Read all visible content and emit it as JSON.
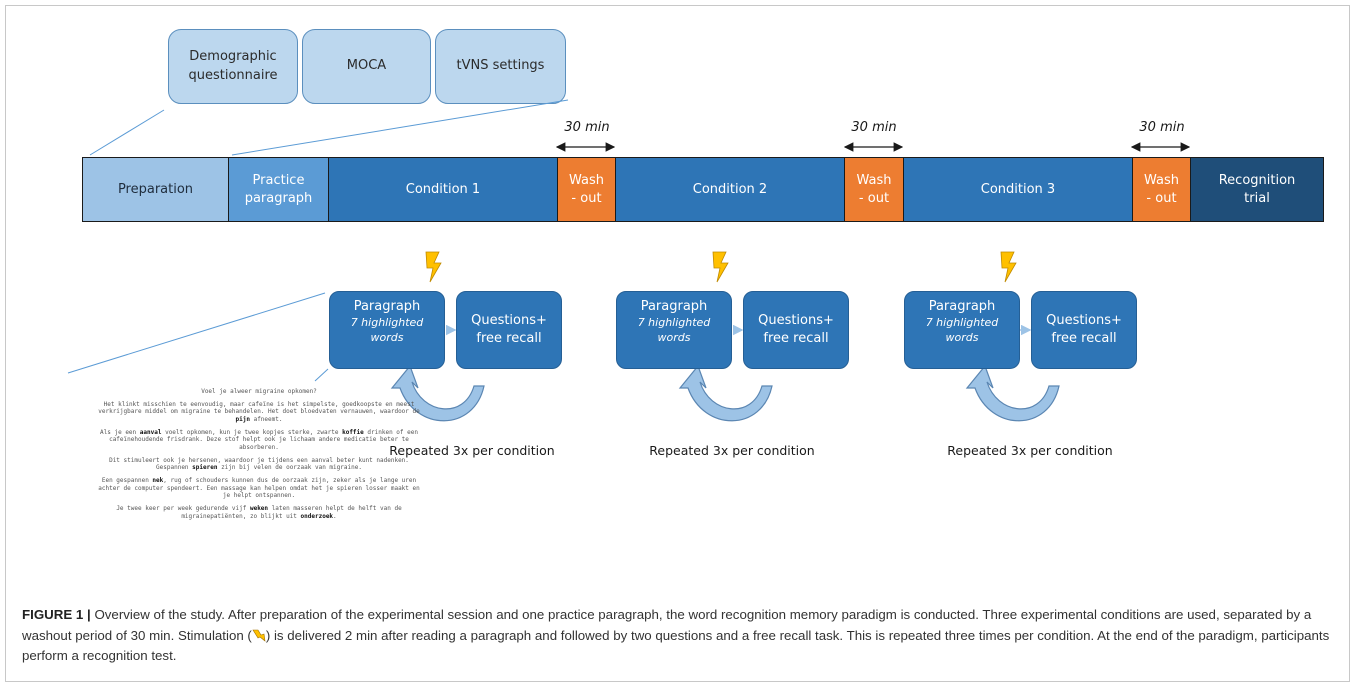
{
  "top_boxes": [
    {
      "label": "Demographic\nquestionnaire"
    },
    {
      "label": "MOCA"
    },
    {
      "label": "tVNS settings"
    }
  ],
  "washout_label": "30 min",
  "timeline": [
    {
      "label": "Preparation",
      "color": "#9dc3e6",
      "text_color": "#1f2d3d"
    },
    {
      "label": "Practice\nparagraph",
      "color": "#5b9bd5",
      "text_color": "#ffffff"
    },
    {
      "label": "Condition 1",
      "color": "#2e75b6",
      "text_color": "#ffffff"
    },
    {
      "label": "Wash\n- out",
      "color": "#ed7d31",
      "text_color": "#ffffff"
    },
    {
      "label": "Condition 2",
      "color": "#2e75b6",
      "text_color": "#ffffff"
    },
    {
      "label": "Wash\n- out",
      "color": "#ed7d31",
      "text_color": "#ffffff"
    },
    {
      "label": "Condition 3",
      "color": "#2e75b6",
      "text_color": "#ffffff"
    },
    {
      "label": "Wash\n- out",
      "color": "#ed7d31",
      "text_color": "#ffffff"
    },
    {
      "label": "Recognition\ntrial",
      "color": "#1f4e79",
      "text_color": "#ffffff"
    }
  ],
  "conditions": [
    {
      "paragraph": "Paragraph",
      "highlight": "7 highlighted\nwords",
      "questions": "Questions+\nfree recall",
      "repeat": "Repeated 3x per condition"
    },
    {
      "paragraph": "Paragraph",
      "highlight": "7 highlighted\nwords",
      "questions": "Questions+\nfree recall",
      "repeat": "Repeated 3x per condition"
    },
    {
      "paragraph": "Paragraph",
      "highlight": "7 highlighted\nwords",
      "questions": "Questions+\nfree recall",
      "repeat": "Repeated 3x per condition"
    }
  ],
  "sample_text": {
    "title": "Voel je alweer migraine opkomen?",
    "paragraphs": [
      [
        {
          "t": "Het klinkt misschien te eenvoudig, maar cafeïne is het simpelste, goedkoopste en meest verkrijgbare middel om migraine te behandelen. Het doet bloedvaten vernauwen, waardoor de "
        },
        {
          "t": "pijn",
          "b": true
        },
        {
          "t": " afneemt."
        }
      ],
      [
        {
          "t": "Als je een "
        },
        {
          "t": "aanval",
          "b": true
        },
        {
          "t": " voelt opkomen, kun je twee kopjes sterke, zwarte "
        },
        {
          "t": "koffie",
          "b": true
        },
        {
          "t": " drinken of een cafeïnehoudende frisdrank. Deze stof helpt ook je lichaam andere medicatie beter te absorberen."
        }
      ],
      [
        {
          "t": "Dit stimuleert ook je hersenen, waardoor je tijdens een aanval beter kunt nadenken. Gespannen "
        },
        {
          "t": "spieren",
          "b": true
        },
        {
          "t": " zijn bij velen de oorzaak van migraine."
        }
      ],
      [
        {
          "t": "Een gespannen "
        },
        {
          "t": "nek",
          "b": true
        },
        {
          "t": ", rug of schouders kunnen dus de oorzaak zijn, zeker als je lange uren achter de computer spendeert. Een massage kan helpen omdat het je spieren losser maakt en je helpt ontspannen."
        }
      ],
      [
        {
          "t": "Je twee keer per week gedurende vijf "
        },
        {
          "t": "weken",
          "b": true
        },
        {
          "t": " laten masseren helpt de helft van de migrainepatiënten, zo blijkt uit "
        },
        {
          "t": "onderzoek",
          "b": true
        },
        {
          "t": "."
        }
      ]
    ]
  },
  "caption": {
    "label": "FIGURE 1 |",
    "text_before_icon": " Overview of the study. After preparation of the experimental session and one practice paragraph, the word recognition memory paradigm is conducted. Three experimental conditions are used, separated by a washout period of 30 min. Stimulation (",
    "text_after_icon": ") is delivered 2 min after reading a paragraph and followed by two questions and a free recall task. This is repeated three times per condition. At the end of the paradigm, participants perform a recognition test."
  },
  "colors": {
    "top_box_fill": "#bcd7ee",
    "box_blue": "#2e75b6",
    "washout_orange": "#ed7d31",
    "recognition_dark": "#1f4e79",
    "bolt_yellow": "#ffc000",
    "arrow_light_blue": "#9dc3e6"
  },
  "icons": [
    "lightning-bolt-icon",
    "circular-arrow-icon",
    "double-arrow-icon"
  ]
}
